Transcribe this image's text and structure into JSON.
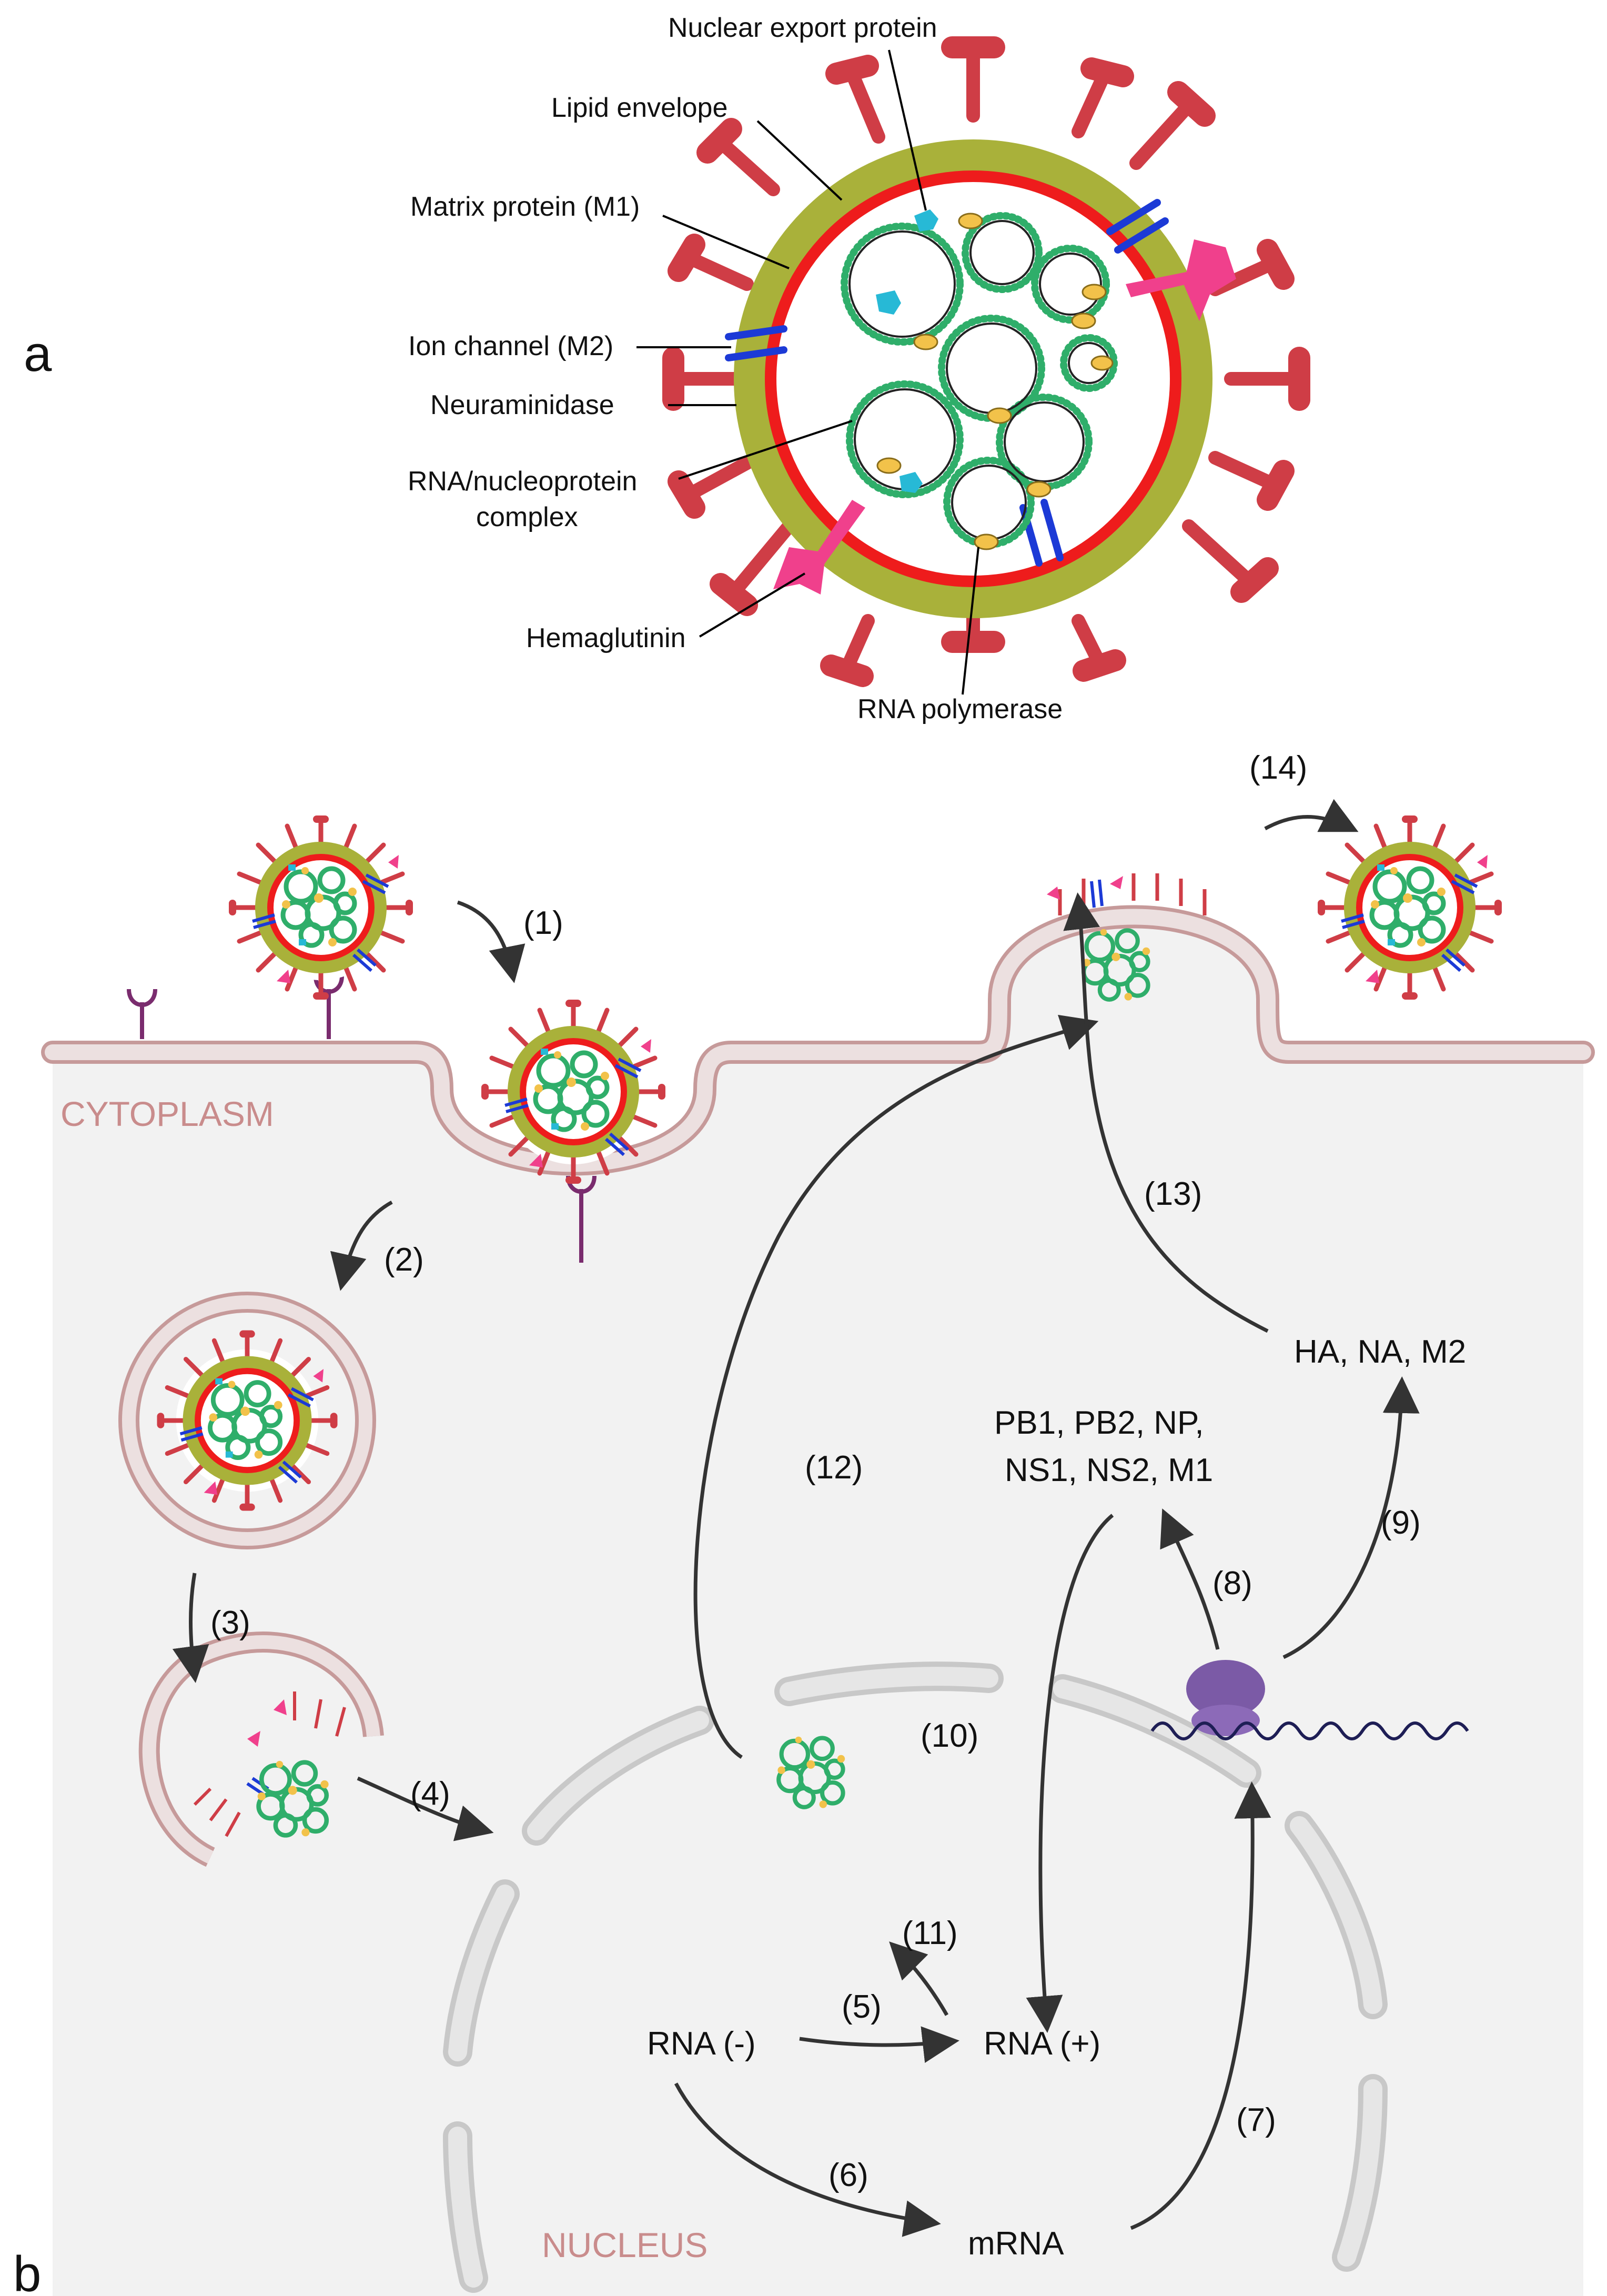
{
  "panel_labels": {
    "a": "a",
    "b": "b"
  },
  "virion_labels": {
    "nuclear_export": "Nuclear export protein",
    "lipid_envelope": "Lipid envelope",
    "matrix": "Matrix protein (M1)",
    "ion_channel": "Ion channel (M2)",
    "neuraminidase": "Neuraminidase",
    "rnp_line1": "RNA/nucleoprotein",
    "rnp_line2": "complex",
    "hemagglutinin": "Hemaglutinin",
    "polymerase": "RNA polymerase"
  },
  "compartments": {
    "cytoplasm": "CYTOPLASM",
    "nucleus": "NUCLEUS"
  },
  "steps": {
    "s1": "(1)",
    "s2": "(2)",
    "s3": "(3)",
    "s4": "(4)",
    "s5": "(5)",
    "s6": "(6)",
    "s7": "(7)",
    "s8": "(8)",
    "s9": "(9)",
    "s10": "(10)",
    "s11": "(11)",
    "s12": "(12)",
    "s13": "(13)",
    "s14": "(14)"
  },
  "molecules": {
    "rna_neg": "RNA (-)",
    "rna_pos": "RNA (+)",
    "mrna": "mRNA",
    "proteins_line1": "PB1, PB2, NP,",
    "proteins_line2": "NS1, NS2, M1",
    "surface_proteins": "HA, NA, M2"
  },
  "colors": {
    "envelope": "#a9b13a",
    "matrix": "#ee1c1c",
    "spike": "#cf3d46",
    "hemagglutinin": "#f0408c",
    "ion_channel": "#1c3ad6",
    "rnp": "#2fae6a",
    "polymerase": "#f2c24a",
    "export_protein": "#27b9d6",
    "membrane_fill": "#e9d3d3",
    "membrane_edge": "#c69a9a",
    "cell_fill": "#f2f2f2",
    "nuclear_envelope": "#c8c8c8",
    "ribosome": "#7b5aa6",
    "mrna_strand": "#1e1e55",
    "arrow": "#333333"
  }
}
